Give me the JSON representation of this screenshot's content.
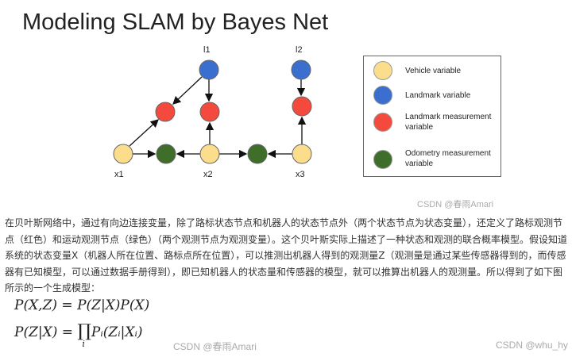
{
  "slide": {
    "title": "Modeling SLAM by Bayes Net",
    "labels": {
      "l1": "l1",
      "l2": "l2",
      "x1": "x1",
      "x2": "x2",
      "x3": "x3"
    },
    "legend": [
      {
        "label": "Vehicle variable",
        "color": "#fbdd8c"
      },
      {
        "label": "Landmark variable",
        "color": "#3a6fcf"
      },
      {
        "label": "Landmark measurement variable",
        "color": "#f44a3e"
      },
      {
        "label": "Odometry measurement variable",
        "color": "#3e6e2a"
      }
    ],
    "watermark": "CSDN @春雨Amari"
  },
  "article": {
    "paragraph": "在贝叶斯网络中，通过有向边连接变量，除了路标状态节点和机器人的状态节点外（两个状态节点为状态变量），还定义了路标观测节点（红色）和运动观测节点（绿色）（两个观测节点为观测变量）。这个贝叶斯实际上描述了一种状态和观测的联合概率模型。假设知道系统的状态变量X（机器人所在位置、路标点所在位置），可以推测出机器人得到的观测量Z（观测量是通过某些传感器得到的，而传感器有已知模型，可以通过数据手册得到），即已知机器人的状态量和传感器的模型，就可以推算出机器人的观测量。所以得到了如下图所示的一个生成模型：",
    "formula1": "P(X,Z) = P(Z|X)P(X)",
    "formula2_lhs": "P(Z|X) = ",
    "formula2_prod": "∏",
    "formula2_sub": "i",
    "formula2_rhs": "Pᵢ(Zᵢ|Xᵢ)",
    "watermark1": "CSDN @春雨Amari",
    "watermark2": "CSDN @whu_hy"
  }
}
